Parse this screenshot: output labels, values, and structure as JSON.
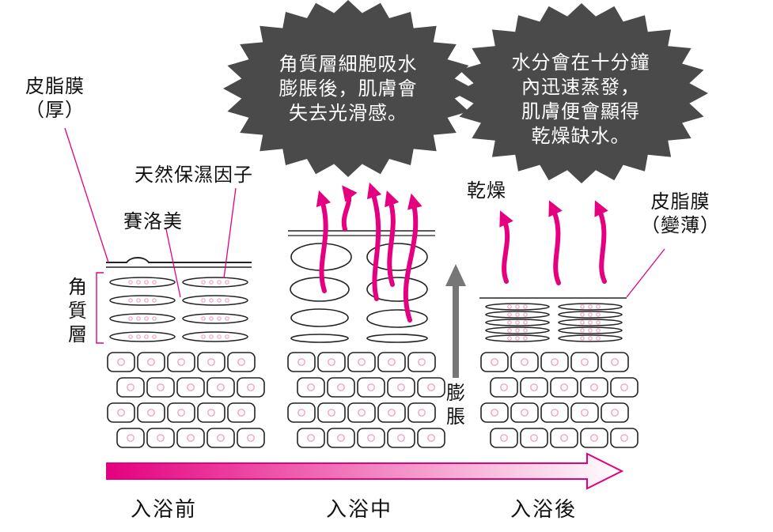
{
  "labels": {
    "sebum_thick_1": "皮脂膜",
    "sebum_thick_2": "（厚）",
    "nmf": "天然保濕因子",
    "ceramide": "賽洛美",
    "stratum_corneum": "角質層",
    "dry": "乾燥",
    "sebum_thin_1": "皮脂膜",
    "sebum_thin_2": "（變薄）",
    "swell": "膨脹"
  },
  "bursts": {
    "left": [
      "角質層細胞吸水",
      "膨脹後，肌膚會",
      "失去光滑感。"
    ],
    "right": [
      "水分會在十分鐘",
      "內迅速蒸發，",
      "肌膚便會顯得",
      "乾燥缺水。"
    ]
  },
  "stages": [
    "入浴前",
    "入浴中",
    "入浴後"
  ],
  "colors": {
    "accent": "#e4007f",
    "burst_fill": "#4a4a4a",
    "dots": "#f0a3c8",
    "ink": "#222222"
  }
}
